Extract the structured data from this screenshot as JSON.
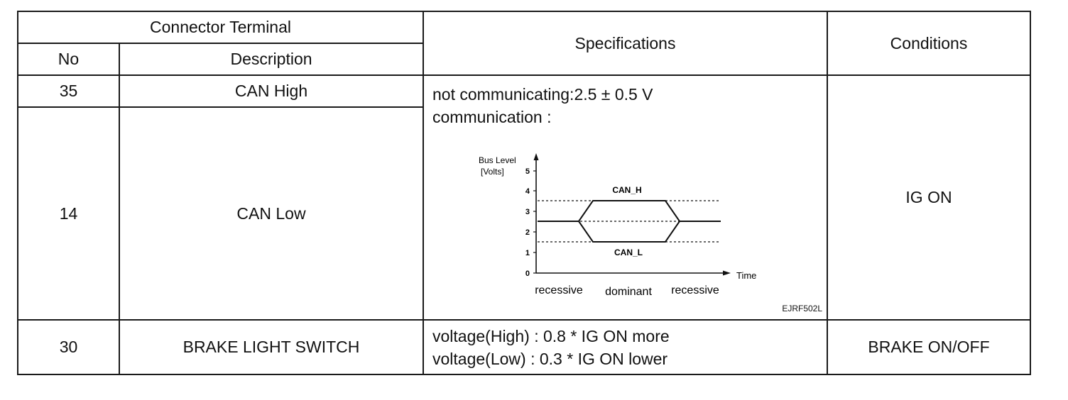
{
  "header": {
    "connector_terminal": "Connector Terminal",
    "no": "No",
    "description": "Description",
    "specifications": "Specifications",
    "conditions": "Conditions"
  },
  "rows": [
    {
      "no": "35",
      "description": "CAN High"
    },
    {
      "no": "14",
      "description": "CAN Low"
    },
    {
      "no": "30",
      "description": "BRAKE LIGHT SWITCH"
    }
  ],
  "can_spec": {
    "line1": "not communicating:2.5 ± 0.5 V",
    "line2": "communication :"
  },
  "can_condition": "IG ON",
  "brake_spec": {
    "line1": "voltage(High) : 0.8 * IG ON more",
    "line2": "voltage(Low) : 0.3 * IG ON lower"
  },
  "brake_condition": "BRAKE ON/OFF",
  "diagram": {
    "y_label_1": "Bus Level",
    "y_label_2": "[Volts]",
    "x_label": "Time",
    "ticks": [
      "0",
      "1",
      "2",
      "3",
      "4",
      "5"
    ],
    "can_h": "CAN_H",
    "can_l": "CAN_L",
    "phase_left": "recessive",
    "phase_mid": "dominant",
    "phase_right": "recessive",
    "figure_code": "EJRF502L"
  }
}
